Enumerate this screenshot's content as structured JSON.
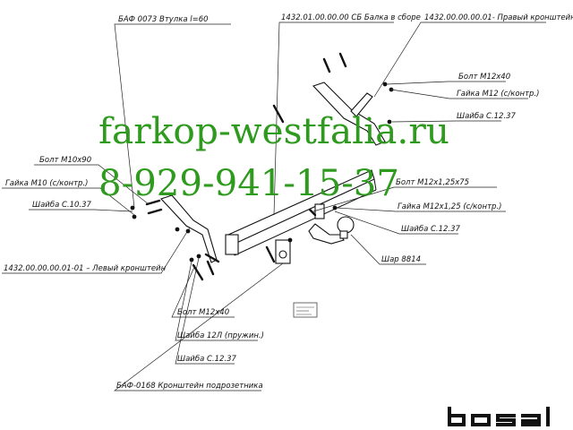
{
  "watermark": {
    "site": "farkop-westfalia.ru",
    "phone": "8-929-941-15-37",
    "color": "#2e9a1e"
  },
  "brand": {
    "logo_text": "bosal"
  },
  "labels": {
    "sleeve": "БАФ 0073 Втулка l=60",
    "beam": "1432.01.00.00.00 СБ Балка в сборе",
    "right_bracket": "1432.00.00.00.01- Правый кронштейн",
    "bolt_m12x40_top": "Болт M12x40",
    "nut_m12_top": "Гайка M12 (с/контр.)",
    "washer_c1237_top": "Шайба C.12.37",
    "bolt_m10x90": "Болт M10x90",
    "nut_m10": "Гайка M10 (с/контр.)",
    "washer_c1037": "Шайба C.10.37",
    "left_bracket": "1432.00.00.00.01-01 – Левый кронштейн",
    "bolt_m12x125x75": "Болт M12x1,25x75",
    "nut_m12x125": "Гайка M12x1,25 (с/контр.)",
    "washer_c1237_right": "Шайба C.12.37",
    "ball": "Шар 8814",
    "bolt_m12x40_bottom": "Болт M12x40",
    "washer_12l": "Шайба 12Л (пружин.)",
    "washer_c1237_bottom": "Шайба C.12.37",
    "socket_bracket": "БАФ-0168 Кронштейн подрозетника"
  }
}
